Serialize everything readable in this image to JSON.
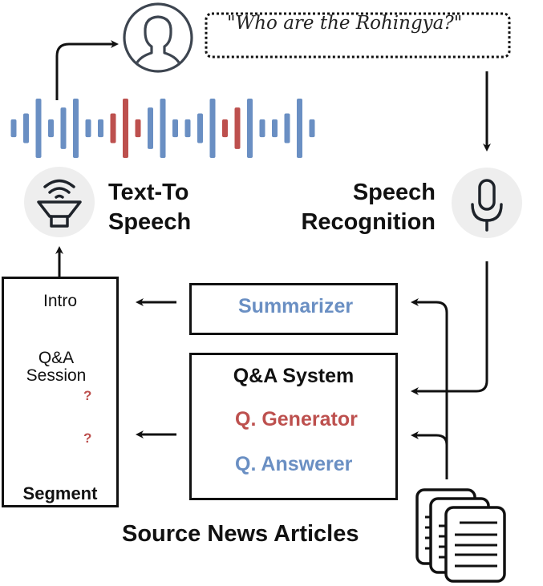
{
  "colors": {
    "blue": "#6a8fc3",
    "red": "#bd504e",
    "ink": "#111111",
    "icon_bg": "#eeeeee",
    "icon_stroke": "#3d4550"
  },
  "query_bubble": {
    "text": "\"Who are the Rohingya?\""
  },
  "tts": {
    "line1": "Text-To",
    "line2": "Speech",
    "icon": "speaker-icon"
  },
  "asr": {
    "line1": "Speech",
    "line2": "Recognition",
    "icon": "microphone-icon"
  },
  "user": {
    "icon": "user-avatar-icon"
  },
  "waveform": {
    "bars": [
      {
        "level": 0.3,
        "color": "blue"
      },
      {
        "level": 0.5,
        "color": "blue"
      },
      {
        "level": 1.0,
        "color": "blue"
      },
      {
        "level": 0.3,
        "color": "blue"
      },
      {
        "level": 0.7,
        "color": "blue"
      },
      {
        "level": 1.0,
        "color": "blue"
      },
      {
        "level": 0.3,
        "color": "blue"
      },
      {
        "level": 0.3,
        "color": "blue"
      },
      {
        "level": 0.5,
        "color": "red"
      },
      {
        "level": 1.0,
        "color": "red"
      },
      {
        "level": 0.3,
        "color": "red"
      },
      {
        "level": 0.7,
        "color": "blue"
      },
      {
        "level": 1.0,
        "color": "blue"
      },
      {
        "level": 0.3,
        "color": "blue"
      },
      {
        "level": 0.3,
        "color": "blue"
      },
      {
        "level": 0.5,
        "color": "blue"
      },
      {
        "level": 1.0,
        "color": "blue"
      },
      {
        "level": 0.3,
        "color": "red"
      },
      {
        "level": 0.7,
        "color": "red"
      },
      {
        "level": 1.0,
        "color": "blue"
      },
      {
        "level": 0.3,
        "color": "blue"
      },
      {
        "level": 0.3,
        "color": "blue"
      },
      {
        "level": 0.5,
        "color": "blue"
      },
      {
        "level": 1.0,
        "color": "blue"
      },
      {
        "level": 0.3,
        "color": "blue"
      }
    ]
  },
  "segment": {
    "intro_label": "Intro",
    "qa_label_line1": "Q&A",
    "qa_label_line2": "Session",
    "question_mark": "?",
    "footer": "Segment"
  },
  "summarizer": {
    "label": "Summarizer",
    "icon": "neural-network-icon"
  },
  "qa_system": {
    "title": "Q&A System",
    "generator": "Q. Generator",
    "answerer": "Q. Answerer"
  },
  "source": {
    "label": "Source News Articles",
    "icon": "documents-stack-icon"
  }
}
